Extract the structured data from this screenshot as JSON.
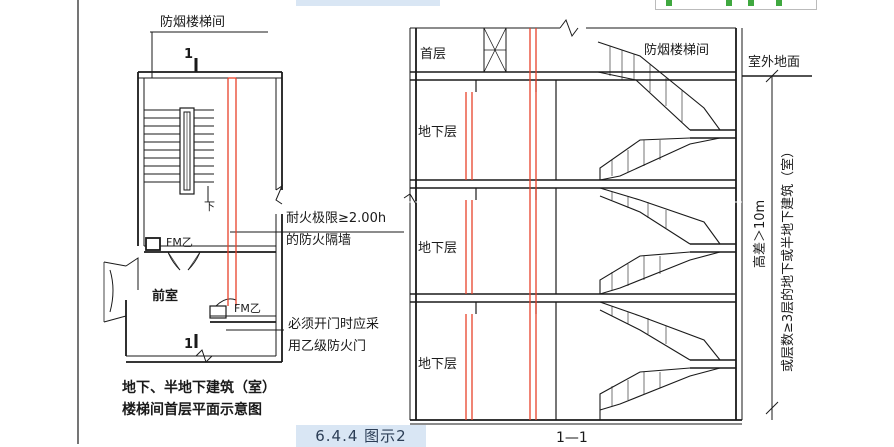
{
  "plan": {
    "title": "防烟楼梯间",
    "section_mark": "1",
    "down_label": "下",
    "door_label_1": "FM乙",
    "door_label_2": "FM乙",
    "anteroom": "前室",
    "wall_note_line1": "耐火极限≥2.00h",
    "wall_note_line2": "的防火隔墙",
    "door_note_line1": "必须开门时应采",
    "door_note_line2": "用乙级防火门",
    "caption_line1": "地下、半地下建筑（室）",
    "caption_line2": "楼梯间首层平面示意图"
  },
  "section": {
    "title": "防烟楼梯间",
    "first_floor": "首层",
    "outdoor_ground": "室外地面",
    "basement_1": "地下层",
    "basement_2": "地下层",
    "basement_3": "地下层",
    "dimension_line1": "高差＞10m",
    "dimension_line2": "或层数≥3层的地下或半地下建筑（室）",
    "label": "1—1"
  },
  "figure_label": "6.4.4 图示2",
  "colors": {
    "line": "#1a1a1a",
    "red": "#e8412a",
    "tag_bg": "#d9e6f4",
    "tag_text": "#2c3e56"
  }
}
